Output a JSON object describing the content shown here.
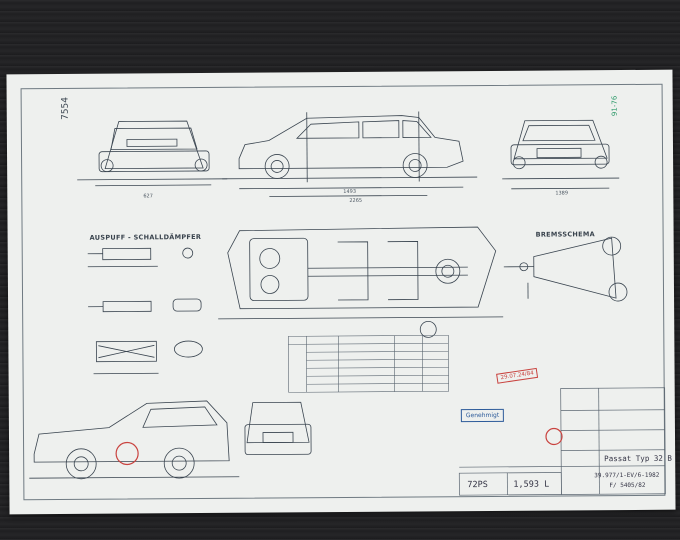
{
  "sheet": {
    "number_left": "7554",
    "number_right": "91-76",
    "section_exhaust": "AUSPUFF - SCHALLDÄMPFER",
    "section_brake": "BREMSSCHEMA",
    "dim_width": "627",
    "dim_length": "1493",
    "dim_length2": "2265",
    "dim_front": "1389"
  },
  "title_block": {
    "model": "Passat Typ 32 B",
    "doc_code": "39.977/1-EV/6-1982",
    "doc_ref": "F/ 5405/82",
    "power": "72PS",
    "displacement": "1,593 L"
  },
  "stamps": {
    "stamp_date": "29.07.24/84",
    "stamp_label": "Genehmigt"
  },
  "colors": {
    "paper": "#eef0ee",
    "ink": "#3a4550",
    "stamp_red": "#c9433f",
    "stamp_blue": "#2d5b9a",
    "stamp_green": "#2e9a6a"
  }
}
